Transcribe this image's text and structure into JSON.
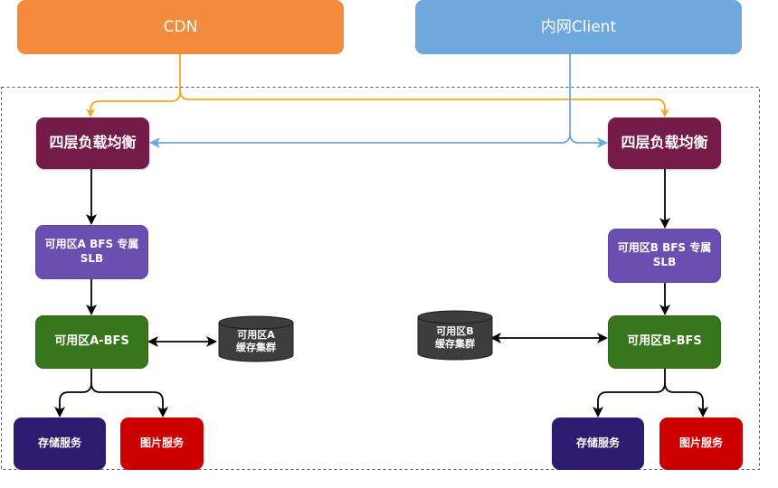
{
  "nodes": {
    "cdn": {
      "label": "CDN",
      "color": "#f28c3c"
    },
    "client": {
      "label": "内网Client",
      "color": "#6fa8dc"
    },
    "lb_a": {
      "label": "四层负载均衡",
      "color": "#741b47"
    },
    "lb_b": {
      "label": "四层负载均衡",
      "color": "#741b47"
    },
    "slb_a": {
      "label": "可用区A BFS 专属\nSLB",
      "color": "#6a4fb0"
    },
    "slb_b": {
      "label": "可用区B BFS 专属\nSLB",
      "color": "#6a4fb0"
    },
    "bfs_a": {
      "label": "可用区A-BFS",
      "color": "#38761d"
    },
    "bfs_b": {
      "label": "可用区B-BFS",
      "color": "#38761d"
    },
    "cache_a": {
      "label": "可用区A\n缓存集群",
      "color": "#3d3d3d"
    },
    "cache_b": {
      "label": "可用区B\n缓存集群",
      "color": "#3d3d3d"
    },
    "storage_a": {
      "label": "存储服务",
      "color": "#2c1b6e"
    },
    "image_a": {
      "label": "图片服务",
      "color": "#cc0000"
    },
    "storage_b": {
      "label": "存储服务",
      "color": "#2c1b6e"
    },
    "image_b": {
      "label": "图片服务",
      "color": "#cc0000"
    }
  },
  "connectors": {
    "cdn_color": "#f5a623",
    "client_color": "#6fa8dc",
    "internal_color": "#000000",
    "border_color": "#555555"
  }
}
